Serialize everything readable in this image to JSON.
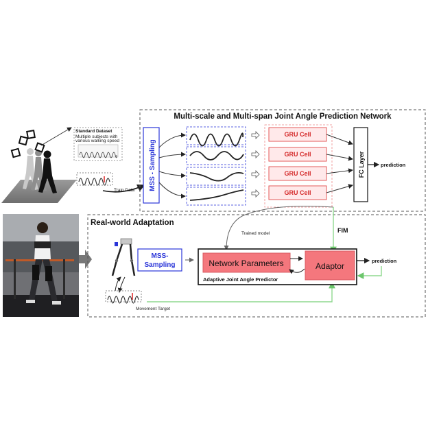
{
  "prediction_network": {
    "title": "Multi-scale and Multi-span Joint Angle Prediction Network",
    "mss_label": "MSS - Sampling",
    "gru_cells": [
      "GRU Cell",
      "GRU Cell",
      "GRU Cell",
      "GRU Cell"
    ],
    "fc_label": "FC Layer",
    "output_label": "prediction"
  },
  "dataset": {
    "title": "Standard Dataset",
    "description_line1": "Multiple subjects with",
    "description_line2": "various walking speed",
    "train_label": "Train Data"
  },
  "adaptation": {
    "title": "Real-world Adaptation",
    "trained_model_label": "Trained model",
    "fim_label": "FIM",
    "mss_label_line1": "MSS-",
    "mss_label_line2": "Sampling",
    "network_parameters_label": "Network Parameters",
    "adaptor_label": "Adaptor",
    "output_label": "prediction",
    "predictor_label": "Adaptive Joint Angle Predictor",
    "movement_label": "Movement Target"
  },
  "colors": {
    "mss_blue": "#2a35d8",
    "gru_red": "#d42a2a",
    "gru_fill": "#ffe9ea",
    "param_fill": "#f4777d",
    "feedback_green": "#8fd88f"
  }
}
